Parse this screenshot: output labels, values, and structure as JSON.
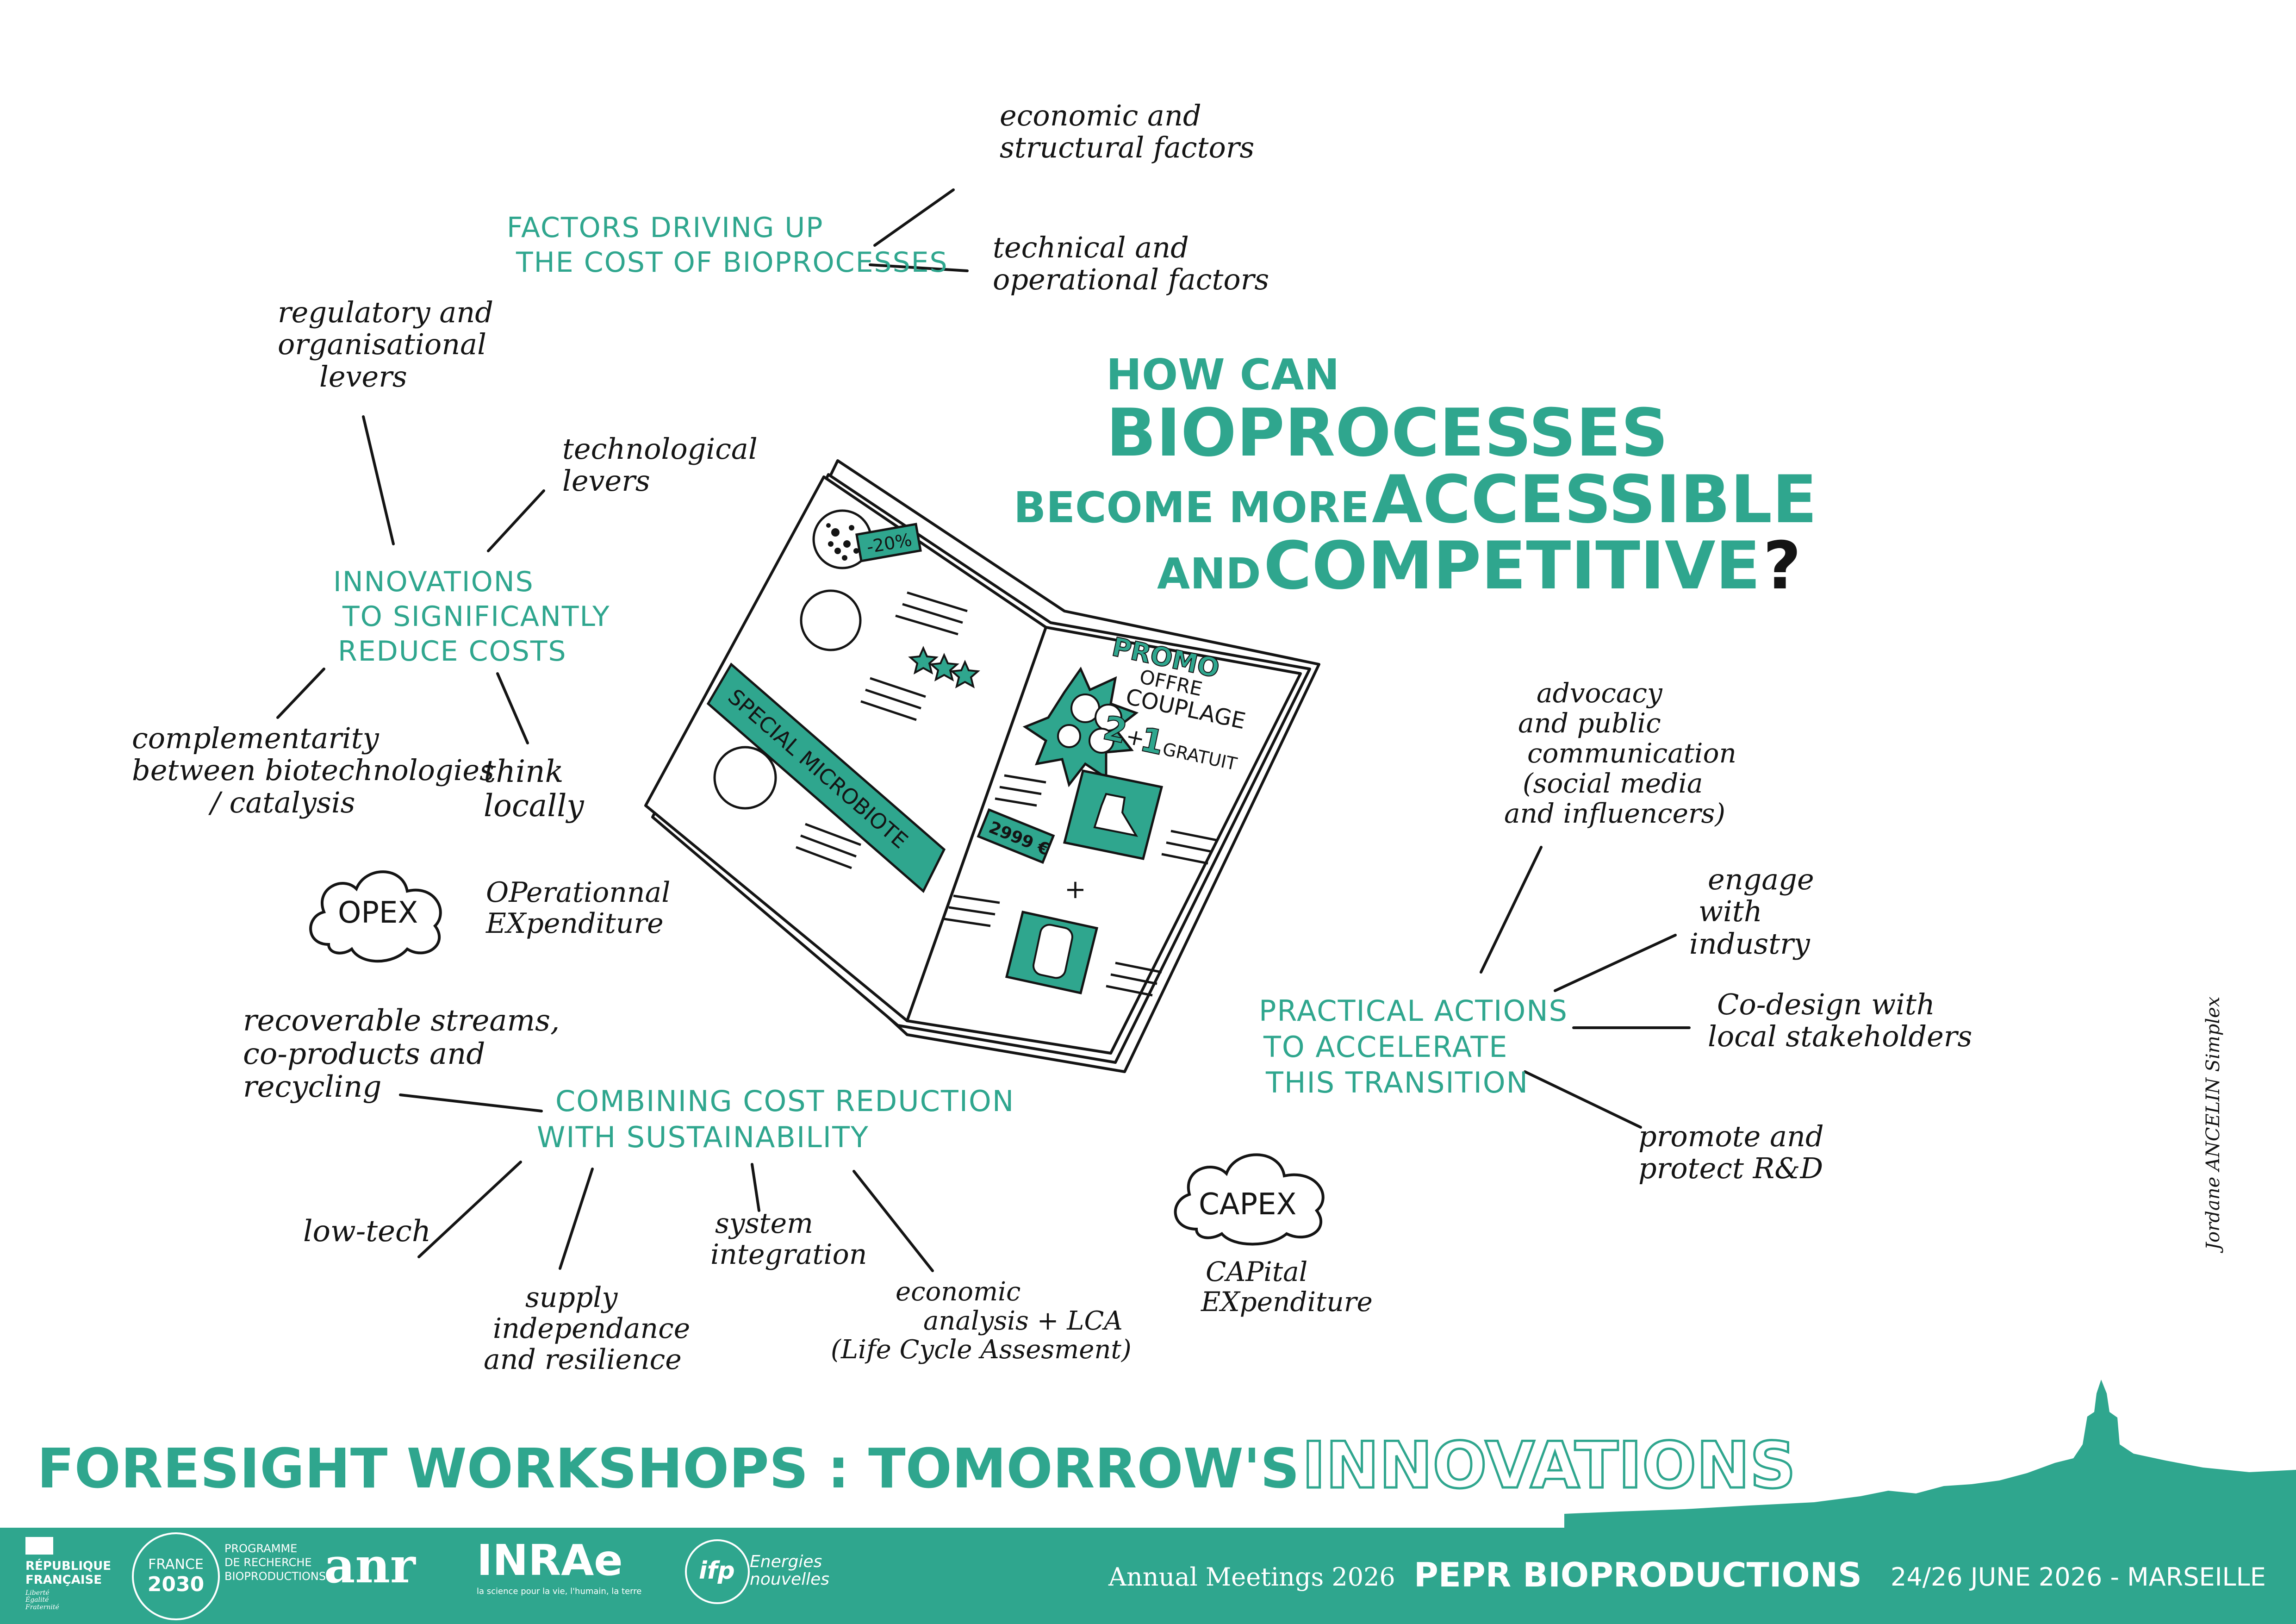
{
  "central_question": {
    "line1_prefix": "HOW CAN",
    "line1_emph": "BIOPROCESSES",
    "line2_prefix": "BECOME MORE",
    "line2_emph": "ACCESSIBLE",
    "line3_prefix": "AND",
    "line3_emph": "COMPETITIVE",
    "line3_suffix": "?"
  },
  "topics": {
    "factors": {
      "title_line1": "FACTORS DRIVING UP",
      "title_line2": "THE COST OF BIOPROCESSES",
      "children": [
        [
          "economic and",
          "structural factors"
        ],
        [
          "technical and",
          "operational factors"
        ]
      ]
    },
    "innovations": {
      "title_line1": "INNOVATIONS",
      "title_line2": "TO SIGNIFICANTLY",
      "title_line3": "REDUCE COSTS",
      "children": [
        [
          "regulatory and",
          "organisational",
          "levers"
        ],
        [
          "technological",
          "levers"
        ],
        [
          "complementarity",
          "between biotechnologies",
          "/ catalysis"
        ],
        [
          "think",
          "locally"
        ]
      ]
    },
    "combining": {
      "title_line1": "COMBINING COST REDUCTION",
      "title_line2": "WITH SUSTAINABILITY",
      "children": [
        [
          "recoverable streams,",
          "co-products and",
          "recycling"
        ],
        [
          "low-tech"
        ],
        [
          "supply",
          "independance",
          "and resilience"
        ],
        [
          "system",
          "integration"
        ],
        [
          "economic",
          "analysis + LCA",
          "(Life Cycle Assesment)"
        ]
      ]
    },
    "practical": {
      "title_line1": "PRACTICAL ACTIONS",
      "title_line2": "TO ACCELERATE",
      "title_line3": "THIS TRANSITION",
      "children": [
        [
          "advocacy",
          "and public",
          "communication",
          "(social media",
          "and influencers)"
        ],
        [
          "engage",
          "with",
          "industry"
        ],
        [
          "Co-design with",
          "local stakeholders"
        ],
        [
          "promote and",
          "protect R&D"
        ]
      ]
    }
  },
  "clouds": {
    "opex": {
      "label": "OPEX",
      "caption_line1": "OPerationnal",
      "caption_line2": "EXpenditure"
    },
    "capex": {
      "label": "CAPEX",
      "caption_line1": "CAPital",
      "caption_line2": "EXpenditure"
    }
  },
  "magazine": {
    "discount": "-20%",
    "special_banner": "SPECIAL MICROBIOTE",
    "promo": "PROMO",
    "offer_line1": "OFFRE",
    "offer_line2": "COUPLAGE",
    "deal_num1": "2",
    "deal_plus": "+",
    "deal_num2": "1",
    "deal_free": "GRATUIT",
    "price": "2999 €",
    "plus_sign": "+"
  },
  "signature": "Jordane ANCELIN Simplex",
  "workshop_title": {
    "prefix": "FORESIGHT WORKSHOPS : TOMORROW'S",
    "emph": "INNOVATIONS"
  },
  "footer": {
    "republique_line1": "RÉPUBLIQUE",
    "republique_line2": "FRANÇAISE",
    "republique_motto_1": "Liberté",
    "republique_motto_2": "Égalité",
    "republique_motto_3": "Fraternité",
    "france2030_line1": "FRANCE",
    "france2030_line2": "2030",
    "programme_line1": "PROGRAMME",
    "programme_line2": "DE RECHERCHE",
    "programme_line3": "BIOPRODUCTIONS",
    "anr": "anr",
    "inrae": "INRAe",
    "inrae_tagline": "la science pour la vie, l'humain, la terre",
    "ifp_mark": "ifp",
    "ifp_line1": "Energies",
    "ifp_line2": "nouvelles",
    "annual": "Annual Meetings 2026",
    "pepr": "PEPR BIOPRODUCTIONS",
    "dates": "24/26 JUNE 2026 - MARSEILLE"
  },
  "colors": {
    "accent": "#2fa68e",
    "ink": "#141414",
    "background": "#ffffff"
  }
}
